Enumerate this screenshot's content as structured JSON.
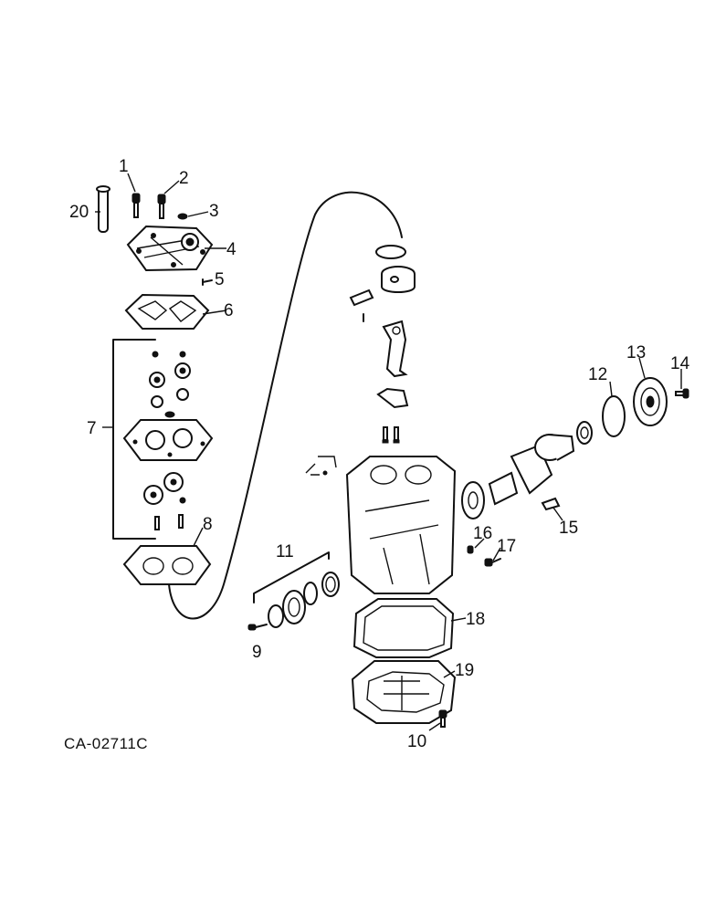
{
  "drawing_code": "CA-02711C",
  "callouts": [
    {
      "id": "c1",
      "text": "1"
    },
    {
      "id": "c2",
      "text": "2"
    },
    {
      "id": "c3",
      "text": "3"
    },
    {
      "id": "c4",
      "text": "4"
    },
    {
      "id": "c5",
      "text": "5"
    },
    {
      "id": "c6",
      "text": "6"
    },
    {
      "id": "c7",
      "text": "7"
    },
    {
      "id": "c8",
      "text": "8"
    },
    {
      "id": "c9",
      "text": "9"
    },
    {
      "id": "c10",
      "text": "10"
    },
    {
      "id": "c11",
      "text": "11"
    },
    {
      "id": "c12",
      "text": "12"
    },
    {
      "id": "c13",
      "text": "13"
    },
    {
      "id": "c14",
      "text": "14"
    },
    {
      "id": "c15",
      "text": "15"
    },
    {
      "id": "c16",
      "text": "16"
    },
    {
      "id": "c17",
      "text": "17"
    },
    {
      "id": "c18",
      "text": "18"
    },
    {
      "id": "c19",
      "text": "19"
    },
    {
      "id": "c20",
      "text": "20"
    }
  ]
}
